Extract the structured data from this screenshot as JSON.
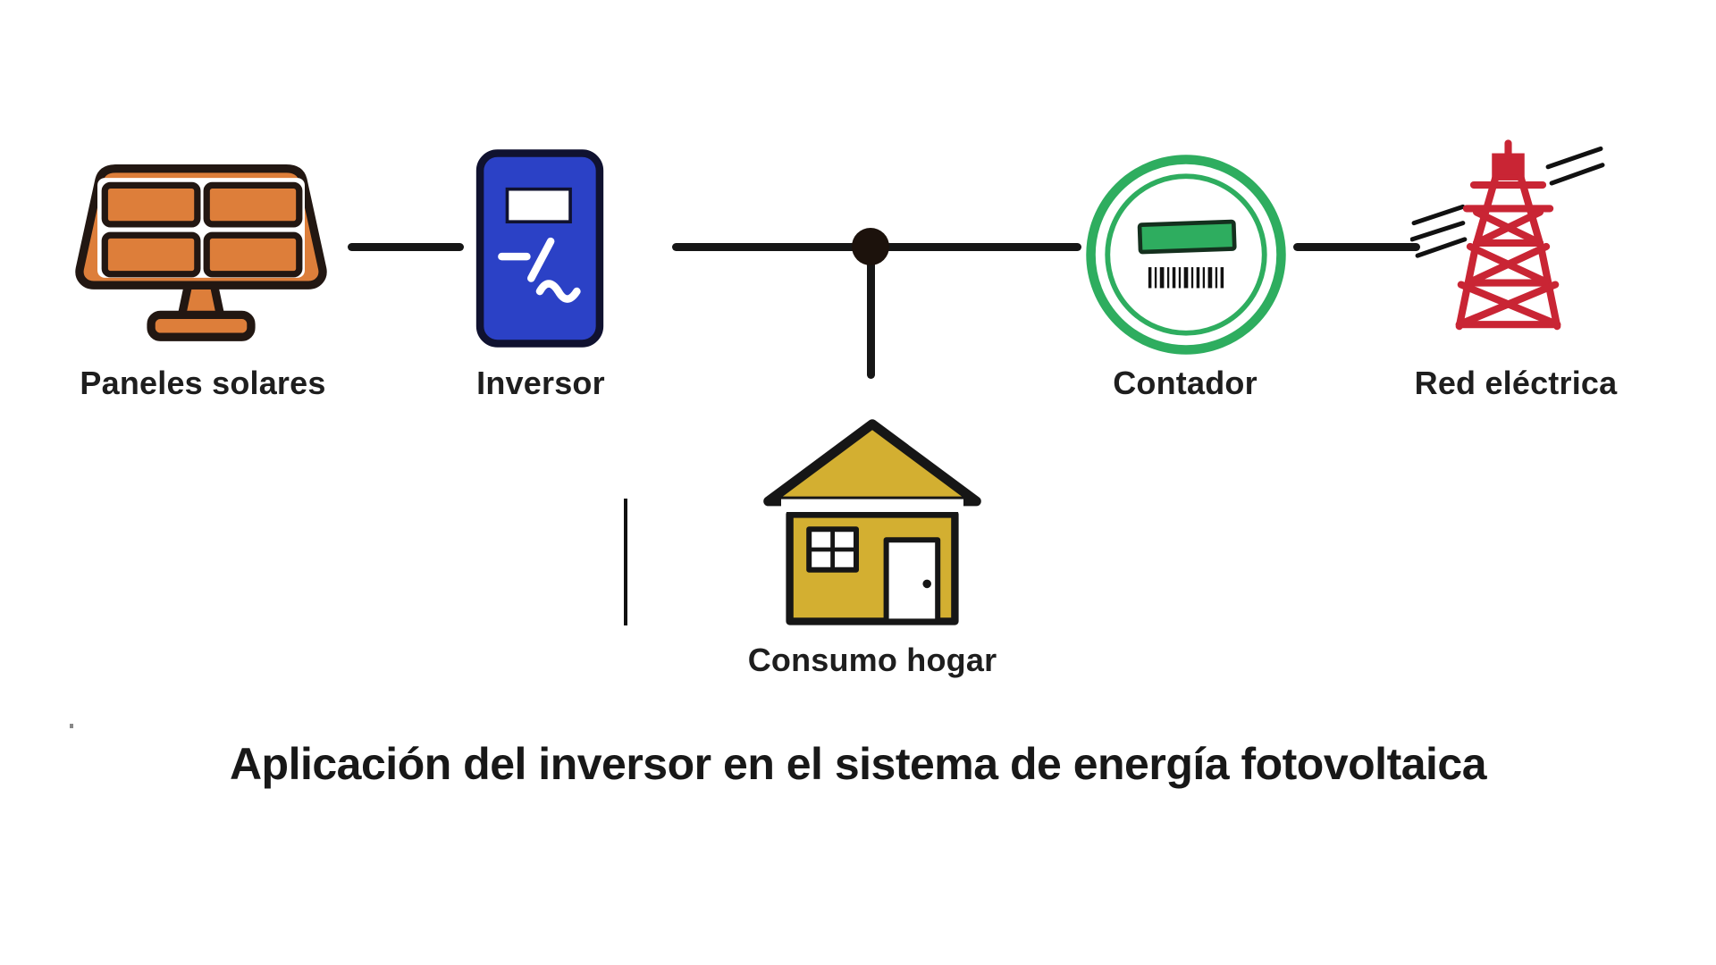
{
  "diagram": {
    "title": "Aplicación del inversor en el sistema de energía fotovoltaica",
    "nodes": [
      {
        "id": "paneles",
        "label": "Paneles solares",
        "icon": "solar-panel-icon"
      },
      {
        "id": "inversor",
        "label": "Inversor",
        "icon": "inverter-icon"
      },
      {
        "id": "consumo",
        "label": "Consumo hogar",
        "icon": "house-icon"
      },
      {
        "id": "contador",
        "label": "Contador",
        "icon": "meter-icon"
      },
      {
        "id": "red",
        "label": "Red eléctrica",
        "icon": "power-tower-icon"
      }
    ],
    "connections": [
      {
        "from": "paneles",
        "to": "inversor"
      },
      {
        "from": "inversor",
        "to": "contador",
        "via": "junction-dot"
      },
      {
        "from": "junction-dot",
        "to": "consumo"
      },
      {
        "from": "contador",
        "to": "red"
      }
    ],
    "colors": {
      "solar_panel_orange": "#DD7E3A",
      "inverter_blue": "#2B41C6",
      "house_yellow": "#D3AF31",
      "meter_green": "#2EAD5F",
      "grid_red": "#C92534",
      "wire_black": "#161616"
    }
  }
}
